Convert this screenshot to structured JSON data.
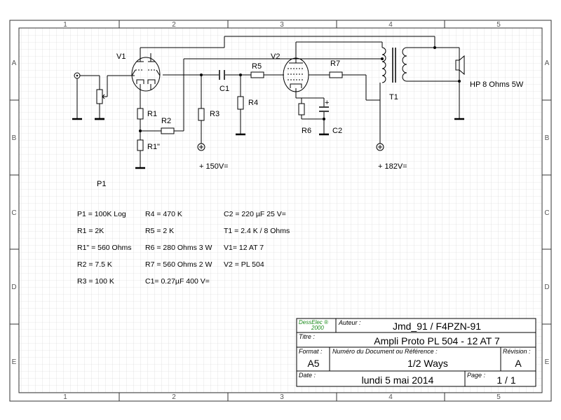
{
  "frame": {
    "columns": [
      "1",
      "2",
      "3",
      "4",
      "5"
    ],
    "rows": [
      "A",
      "B",
      "C",
      "D",
      "E"
    ]
  },
  "components": {
    "v1": "V1",
    "v2": "V2",
    "r1": "R1",
    "r1b": "R1\"",
    "r2": "R2",
    "r3": "R3",
    "r4": "R4",
    "r5": "R5",
    "r6": "R6",
    "r7": "R7",
    "c1": "C1",
    "c2": "C2",
    "t1": "T1",
    "p1": "P1",
    "hp": "HP 8 Ohms 5W",
    "supply_1": "+ 150V=",
    "supply_2": "+ 182V=",
    "c2_plus": "+"
  },
  "parts_list": [
    [
      "P1 = 100K Log",
      "R4 = 470 K",
      "C2 = 220 µF 25 V="
    ],
    [
      "R1 = 2K",
      "R5 = 2 K",
      "T1 = 2.4 K / 8 Ohms"
    ],
    [
      "R1\" = 560 Ohms",
      "R6 = 280 Ohms 3 W",
      "V1= 12 AT 7"
    ],
    [
      "R2 = 7.5 K",
      "R7 = 560 Ohms 2 W",
      "V2 = PL 504"
    ],
    [
      "R3 = 100 K",
      "C1= 0.27µF 400 V=",
      ""
    ]
  ],
  "title_block": {
    "logo_line1": "DessElec ®",
    "logo_line2": "2000",
    "author_label": "Auteur :",
    "author": "Jmd_91 / F4PZN-91",
    "title_label": "Titre :",
    "title": "Ampli Proto PL 504 - 12 AT 7",
    "format_label": "Format :",
    "format": "A5",
    "docnum_label": "Numéro du Document ou Référence :",
    "docnum": "1/2 Ways",
    "revision_label": "Révision :",
    "revision": "A",
    "date_label": "Date :",
    "date": "lundi 5 mai 2014",
    "page_label": "Page :",
    "page": "1  /  1"
  }
}
